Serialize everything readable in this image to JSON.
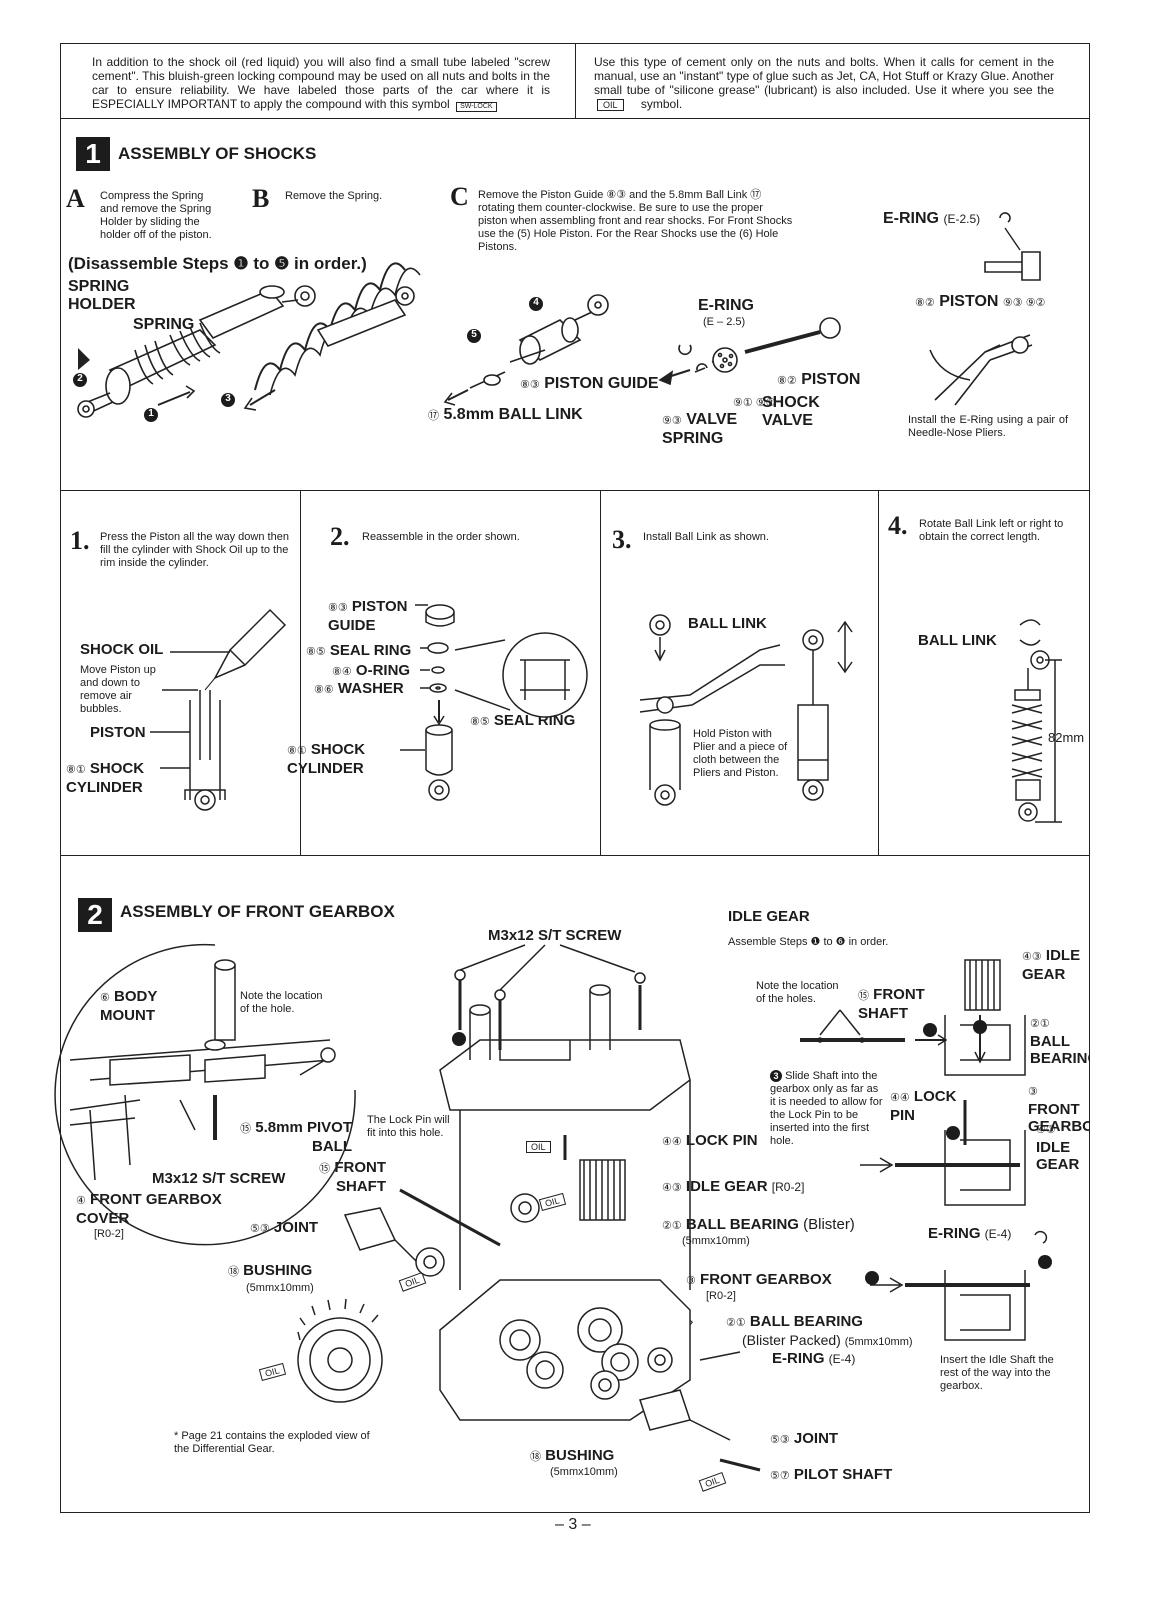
{
  "intro": {
    "left": "In addition to the shock oil (red liquid) you will also find a small tube labeled \"screw cement\". This bluish-green locking compound may be used on all nuts and bolts in the car to ensure reliability. We have labeled those parts of the car where it is ESPECIALLY IMPORTANT to apply the compound with this symbol",
    "left_symbol": "SW-LOCK",
    "right": "Use this type of cement only on the nuts and bolts. When it calls for cement in the manual, use an \"instant\" type of glue such as Jet, CA, Hot Stuff or Krazy Glue. Another small tube of \"silicone grease\" (lubricant) is also included. Use it where you see the",
    "right_symbol": "OIL",
    "right_tail": "symbol."
  },
  "section1": {
    "number": "1",
    "title": "ASSEMBLY OF SHOCKS",
    "step_a": {
      "letter": "A",
      "text": "Compress the Spring and remove the Spring Holder by sliding the holder off of the piston."
    },
    "step_b": {
      "letter": "B",
      "text": "Remove the Spring."
    },
    "step_c": {
      "letter": "C",
      "text": "Remove the Piston Guide ⑧③ and the 5.8mm Ball Link ⑰ rotating them counter-clockwise. Be sure to use the proper piston when assembling front and rear shocks. For Front Shocks use the (5) Hole Piston. For the Rear Shocks use the (6) Hole Pistons."
    },
    "disassemble": "(Disassemble Steps ❶ to ❺ in order.)",
    "labels": {
      "spring_holder": "SPRING HOLDER",
      "spring": "SPRING",
      "piston_guide": "PISTON GUIDE",
      "piston_guide_num": "⑧③",
      "ball_link": "5.8mm BALL LINK",
      "ball_link_num": "⑰",
      "e_ring": "E-RING",
      "e_ring_sub": "(E – 2.5)",
      "piston": "PISTON",
      "piston_num": "⑧②",
      "shock_valve": "SHOCK VALVE",
      "shock_valve_num": "⑨① ⑨②",
      "valve_spring": "VALVE SPRING",
      "valve_spring_num": "⑨③",
      "e_ring2": "E-RING",
      "e_ring2_sub": "(E-2.5)",
      "piston2": "PISTON",
      "piston2_num_pre": "⑧②",
      "piston2_num_post": "⑨③ ⑨②",
      "pliers_note": "Install the E-Ring using a pair of Needle-Nose Pliers."
    },
    "markers": {
      "m1": "1",
      "m2": "2",
      "m3": "3",
      "m4": "4",
      "m5": "5"
    }
  },
  "steps": [
    {
      "num": "1.",
      "text": "Press the Piston all the way down then fill the cylinder with Shock Oil up to the rim inside the cylinder."
    },
    {
      "num": "2.",
      "text": "Reassemble in the order shown."
    },
    {
      "num": "3.",
      "text": "Install Ball Link as shown."
    },
    {
      "num": "4.",
      "text": "Rotate Ball Link left or right to obtain the correct length."
    }
  ],
  "step1_labels": {
    "shock_oil": "SHOCK OIL",
    "move_note": "Move Piston up and down to remove air bubbles.",
    "piston": "PISTON",
    "shock_cylinder": "SHOCK CYLINDER",
    "shock_cylinder_num": "⑧①"
  },
  "step2_labels": {
    "piston_guide": "PISTON GUIDE",
    "piston_guide_num": "⑧③",
    "seal_ring": "SEAL RING",
    "seal_ring_num": "⑧⑤",
    "o_ring": "O-RING",
    "o_ring_num": "⑧④",
    "washer": "WASHER",
    "washer_num": "⑧⑥",
    "seal_ring2": "SEAL RING",
    "seal_ring2_num": "⑧⑤",
    "shock_cylinder": "SHOCK CYLINDER",
    "shock_cylinder_num": "⑧①"
  },
  "step3_labels": {
    "ball_link": "BALL LINK",
    "hold_note": "Hold Piston with Plier and a piece of cloth between the Pliers and Piston."
  },
  "step4_labels": {
    "ball_link": "BALL LINK",
    "length": "82mm"
  },
  "section2": {
    "number": "2",
    "title": "ASSEMBLY OF FRONT GEARBOX",
    "labels": {
      "body_mount": "BODY MOUNT",
      "body_mount_num": "⑥",
      "hole_note": "Note the location of the hole.",
      "pivot_ball": "5.8mm PIVOT BALL",
      "pivot_ball_num": "⑮",
      "screw_left": "M3x12 S/T SCREW",
      "front_gearbox_cover": "FRONT GEARBOX COVER",
      "front_gearbox_cover_num": "④",
      "front_gearbox_cover_sub": "[R0-2]",
      "screw_top": "M3x12 S/T SCREW",
      "lock_pin_note": "The Lock Pin will fit into this hole.",
      "front_shaft": "FRONT SHAFT",
      "front_shaft_num": "⑮",
      "joint": "JOINT",
      "joint_num": "⑤③",
      "bushing": "BUSHING",
      "bushing_num": "⑱",
      "bushing_sub": "(5mmx10mm)",
      "lock_pin": "LOCK PIN",
      "lock_pin_num": "④④",
      "idle_gear": "IDLE GEAR",
      "idle_gear_num": "④③",
      "idle_gear_sub": "[R0-2]",
      "ball_bearing": "BALL BEARING",
      "ball_bearing_num": "②①",
      "ball_bearing_tail": "(Blister)",
      "ball_bearing_sub": "(5mmx10mm)",
      "front_gearbox": "FRONT GEARBOX",
      "front_gearbox_num": "③",
      "front_gearbox_sub": "[R0-2]",
      "ball_bearing2": "BALL BEARING",
      "ball_bearing2_num": "②①",
      "ball_bearing2_sub": "(Blister Packed)",
      "ball_bearing2_size": "(5mmx10mm)",
      "e_ring": "E-RING",
      "e_ring_sub": "(E-4)",
      "joint2": "JOINT",
      "joint2_num": "⑤③",
      "bushing2": "BUSHING",
      "bushing2_num": "⑱",
      "bushing2_sub": "(5mmx10mm)",
      "pilot_shaft": "PILOT SHAFT",
      "pilot_shaft_num": "⑤⑦",
      "diff_note": "* Page 21 contains the exploded view of the Differential Gear.",
      "oil": "OIL"
    },
    "idle": {
      "title": "IDLE GEAR",
      "steps_note": "Assemble Steps ❶ to ❻ in order.",
      "holes_note": "Note the location of the holes.",
      "front_shaft": "FRONT SHAFT",
      "front_shaft_num": "⑮",
      "idle_gear": "IDLE GEAR",
      "idle_gear_num": "④③",
      "ball_bearing": "BALL BEARING",
      "ball_bearing_num": "②①",
      "slide_note": "Slide Shaft into the gearbox only as far as it is needed to allow for the Lock Pin to be inserted into the first hole.",
      "slide_num": "3",
      "lock_pin": "LOCK PIN",
      "lock_pin_num": "④④",
      "front_gearbox": "FRONT GEARBOX",
      "front_gearbox_num": "③",
      "idle_gear2": "IDLE GEAR",
      "idle_gear2_num": "④③",
      "e_ring": "E-RING",
      "e_ring_sub": "(E-4)",
      "insert_note": "Insert the Idle Shaft the rest of the way into the gearbox."
    }
  },
  "page_number": "– 3 –"
}
